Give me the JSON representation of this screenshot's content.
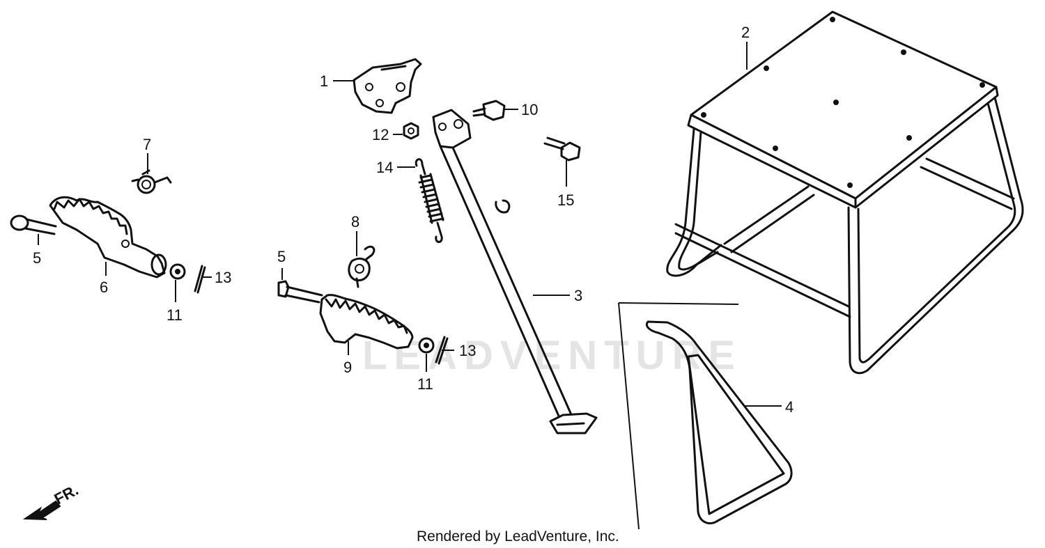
{
  "diagram": {
    "callouts": [
      {
        "id": "1",
        "text": "1"
      },
      {
        "id": "2",
        "text": "2"
      },
      {
        "id": "3",
        "text": "3"
      },
      {
        "id": "4",
        "text": "4"
      },
      {
        "id": "5a",
        "text": "5"
      },
      {
        "id": "5b",
        "text": "5"
      },
      {
        "id": "6",
        "text": "6"
      },
      {
        "id": "7",
        "text": "7"
      },
      {
        "id": "8",
        "text": "8"
      },
      {
        "id": "9",
        "text": "9"
      },
      {
        "id": "10",
        "text": "10"
      },
      {
        "id": "11a",
        "text": "11"
      },
      {
        "id": "11b",
        "text": "11"
      },
      {
        "id": "12",
        "text": "12"
      },
      {
        "id": "13a",
        "text": "13"
      },
      {
        "id": "13b",
        "text": "13"
      },
      {
        "id": "14",
        "text": "14"
      },
      {
        "id": "15",
        "text": "15"
      }
    ],
    "direction_label": "FR.",
    "credit": "Rendered by LeadVenture, Inc.",
    "watermark": "LEADVENTURE"
  }
}
